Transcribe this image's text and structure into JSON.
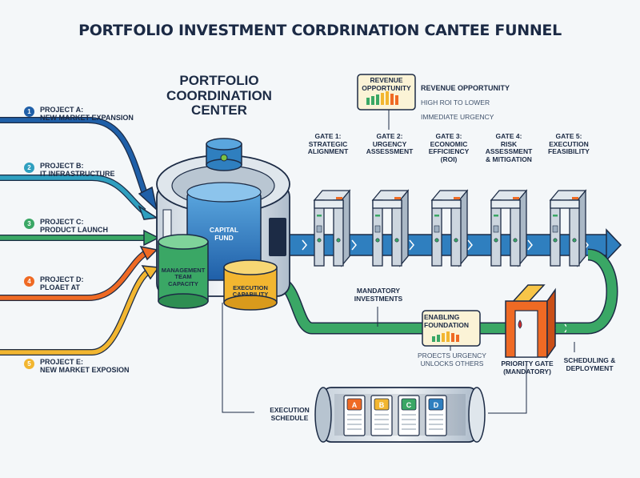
{
  "title": "PORTFOLIO INVESTMENT CORDRINATION CANTEE FUNNEL",
  "center": {
    "title_line1": "PORTFOLIO",
    "title_line2": "COORDINATION",
    "title_line3": "CENTER",
    "fund_line1": "CAPITAL",
    "fund_line2": "FUND",
    "mgmt_line1": "MANAGEMENT",
    "mgmt_line2": "TEAM",
    "mgmt_line3": "CAPACITY",
    "exec_line1": "EXECUTION",
    "exec_line2": "CAPABILITY"
  },
  "projects": [
    {
      "num": "1",
      "line1": "PROJECT A:",
      "line2": "NEW MARKET EXPANSION",
      "color": "#1f5fa8"
    },
    {
      "num": "2",
      "line1": "PROJECT B:",
      "line2": "IT INFRASTRUCTURE",
      "color": "#2f9fbf"
    },
    {
      "num": "3",
      "line1": "PROJECT C:",
      "line2": "PRODUCT LAUNCH",
      "color": "#3aa765"
    },
    {
      "num": "4",
      "line1": "PROJECT D:",
      "line2": "PLOAET AT",
      "color": "#ef6a24"
    },
    {
      "num": "5",
      "line1": "PROJECT E:",
      "line2": "NEW MARKET EXPOSION",
      "color": "#f2b630"
    }
  ],
  "gates": [
    {
      "line1": "GATE 1:",
      "line2": "STRATEGIC",
      "line3": "ALIGNMENT",
      "line4": ""
    },
    {
      "line1": "GATE 2:",
      "line2": "URGENCY",
      "line3": "ASSESSMENT",
      "line4": ""
    },
    {
      "line1": "GATE 3:",
      "line2": "ECONOMIC",
      "line3": "EFFICIENCY",
      "line4": "(ROI)"
    },
    {
      "line1": "GATE 4:",
      "line2": "RISK",
      "line3": "ASSESSMENT",
      "line4": "& MITIGATION"
    },
    {
      "line1": "GATE 5:",
      "line2": "EXECUTION",
      "line3": "FEASIBILITY",
      "line4": ""
    }
  ],
  "revenue": {
    "box_line1": "REVENUE",
    "box_line2": "OPPORTUNITY",
    "heading": "REVENUE OPPORTUNITY",
    "sub1": "HIGH ROI TO LOWER",
    "sub2": "IMMEDIATE URGENCY"
  },
  "mandatory": {
    "line1": "MANDATORY",
    "line2": "INVESTMENTS"
  },
  "enabling": {
    "box_line1": "ENABLING",
    "box_line2": "FOUNDATION",
    "sub1": "PROECTS URGENCY",
    "sub2": "UNLOCKS OTHERS"
  },
  "priority_gate": {
    "line1": "PRIORITY GATE",
    "line2": "(MANDATORY)"
  },
  "scheduling": {
    "line1": "SCHEDULING &",
    "line2": "DEPLOYMENT"
  },
  "execution_schedule": {
    "line1": "EXECUTION",
    "line2": "SCHEDULE"
  },
  "schedule_cards": [
    "A",
    "B",
    "C",
    "D"
  ],
  "colors": {
    "navy": "#1c2b45",
    "conveyor": "#2f7fbf",
    "green_path": "#3aa765",
    "orange": "#ef6a24",
    "yellow": "#f2b630",
    "gate_body": "#cdd6df"
  }
}
